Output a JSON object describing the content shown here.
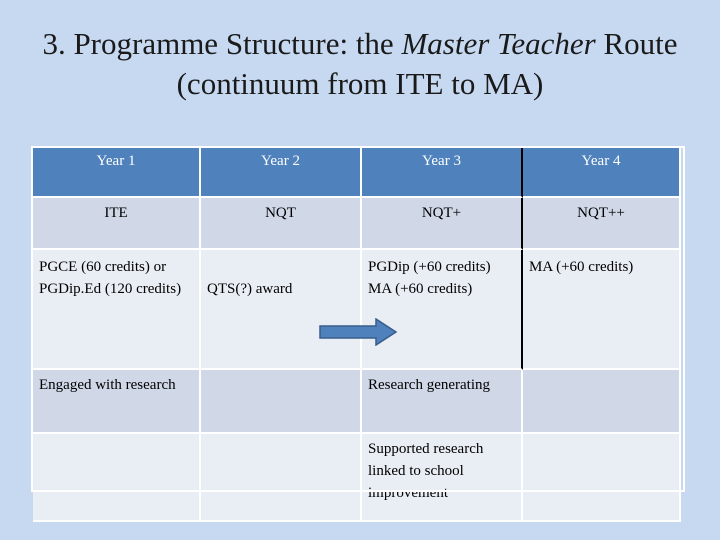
{
  "slide": {
    "title_part1": "3. Programme Structure: the ",
    "title_italic1": "Master Teacher",
    "title_part2": " Route (continuum from ITE to MA)"
  },
  "table": {
    "headers": [
      "Year 1",
      "Year 2",
      "Year 3",
      "Year 4"
    ],
    "rows": [
      [
        "ITE",
        "NQT",
        "NQT+",
        "NQT++"
      ],
      [
        "PGCE (60 credits) or PGDip.Ed (120 credits)",
        "QTS(?) award",
        "PGDip (+60 credits) MA (+60 credits)",
        "MA (+60 credits)"
      ],
      [
        "Engaged with research",
        "",
        "Research generating",
        ""
      ],
      [
        "",
        "",
        "Supported research linked to school improvement",
        ""
      ]
    ]
  },
  "colors": {
    "background": "#c6d9f1",
    "header_fill": "#4f81bd",
    "row_dark": "#d0d8e8",
    "row_light": "#e9edf4",
    "arrow": "#4f81bd"
  },
  "icons": {
    "arrow": "right-arrow-icon"
  }
}
